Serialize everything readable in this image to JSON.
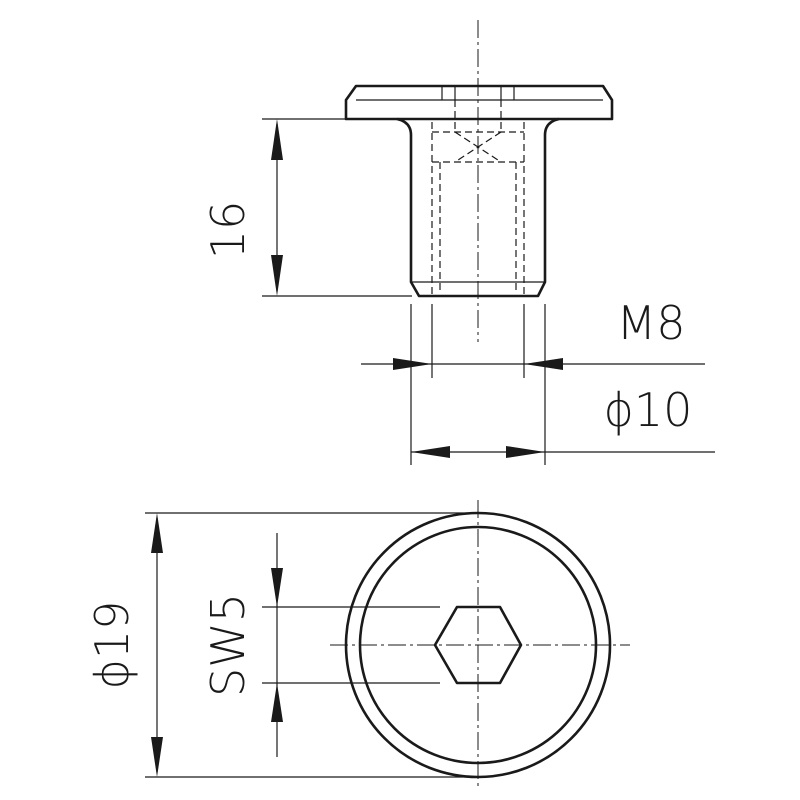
{
  "drawing": {
    "title": "",
    "views": {
      "side_view": {
        "dimensions": {
          "length": "16",
          "thread": "M8",
          "shank_diameter": "ϕ10"
        }
      },
      "top_view": {
        "dimensions": {
          "head_diameter": "ϕ19",
          "socket_size": "SW5"
        },
        "socket": "hexagon"
      }
    },
    "colors": {
      "line": "#1a1a1a",
      "background": "#ffffff"
    }
  }
}
